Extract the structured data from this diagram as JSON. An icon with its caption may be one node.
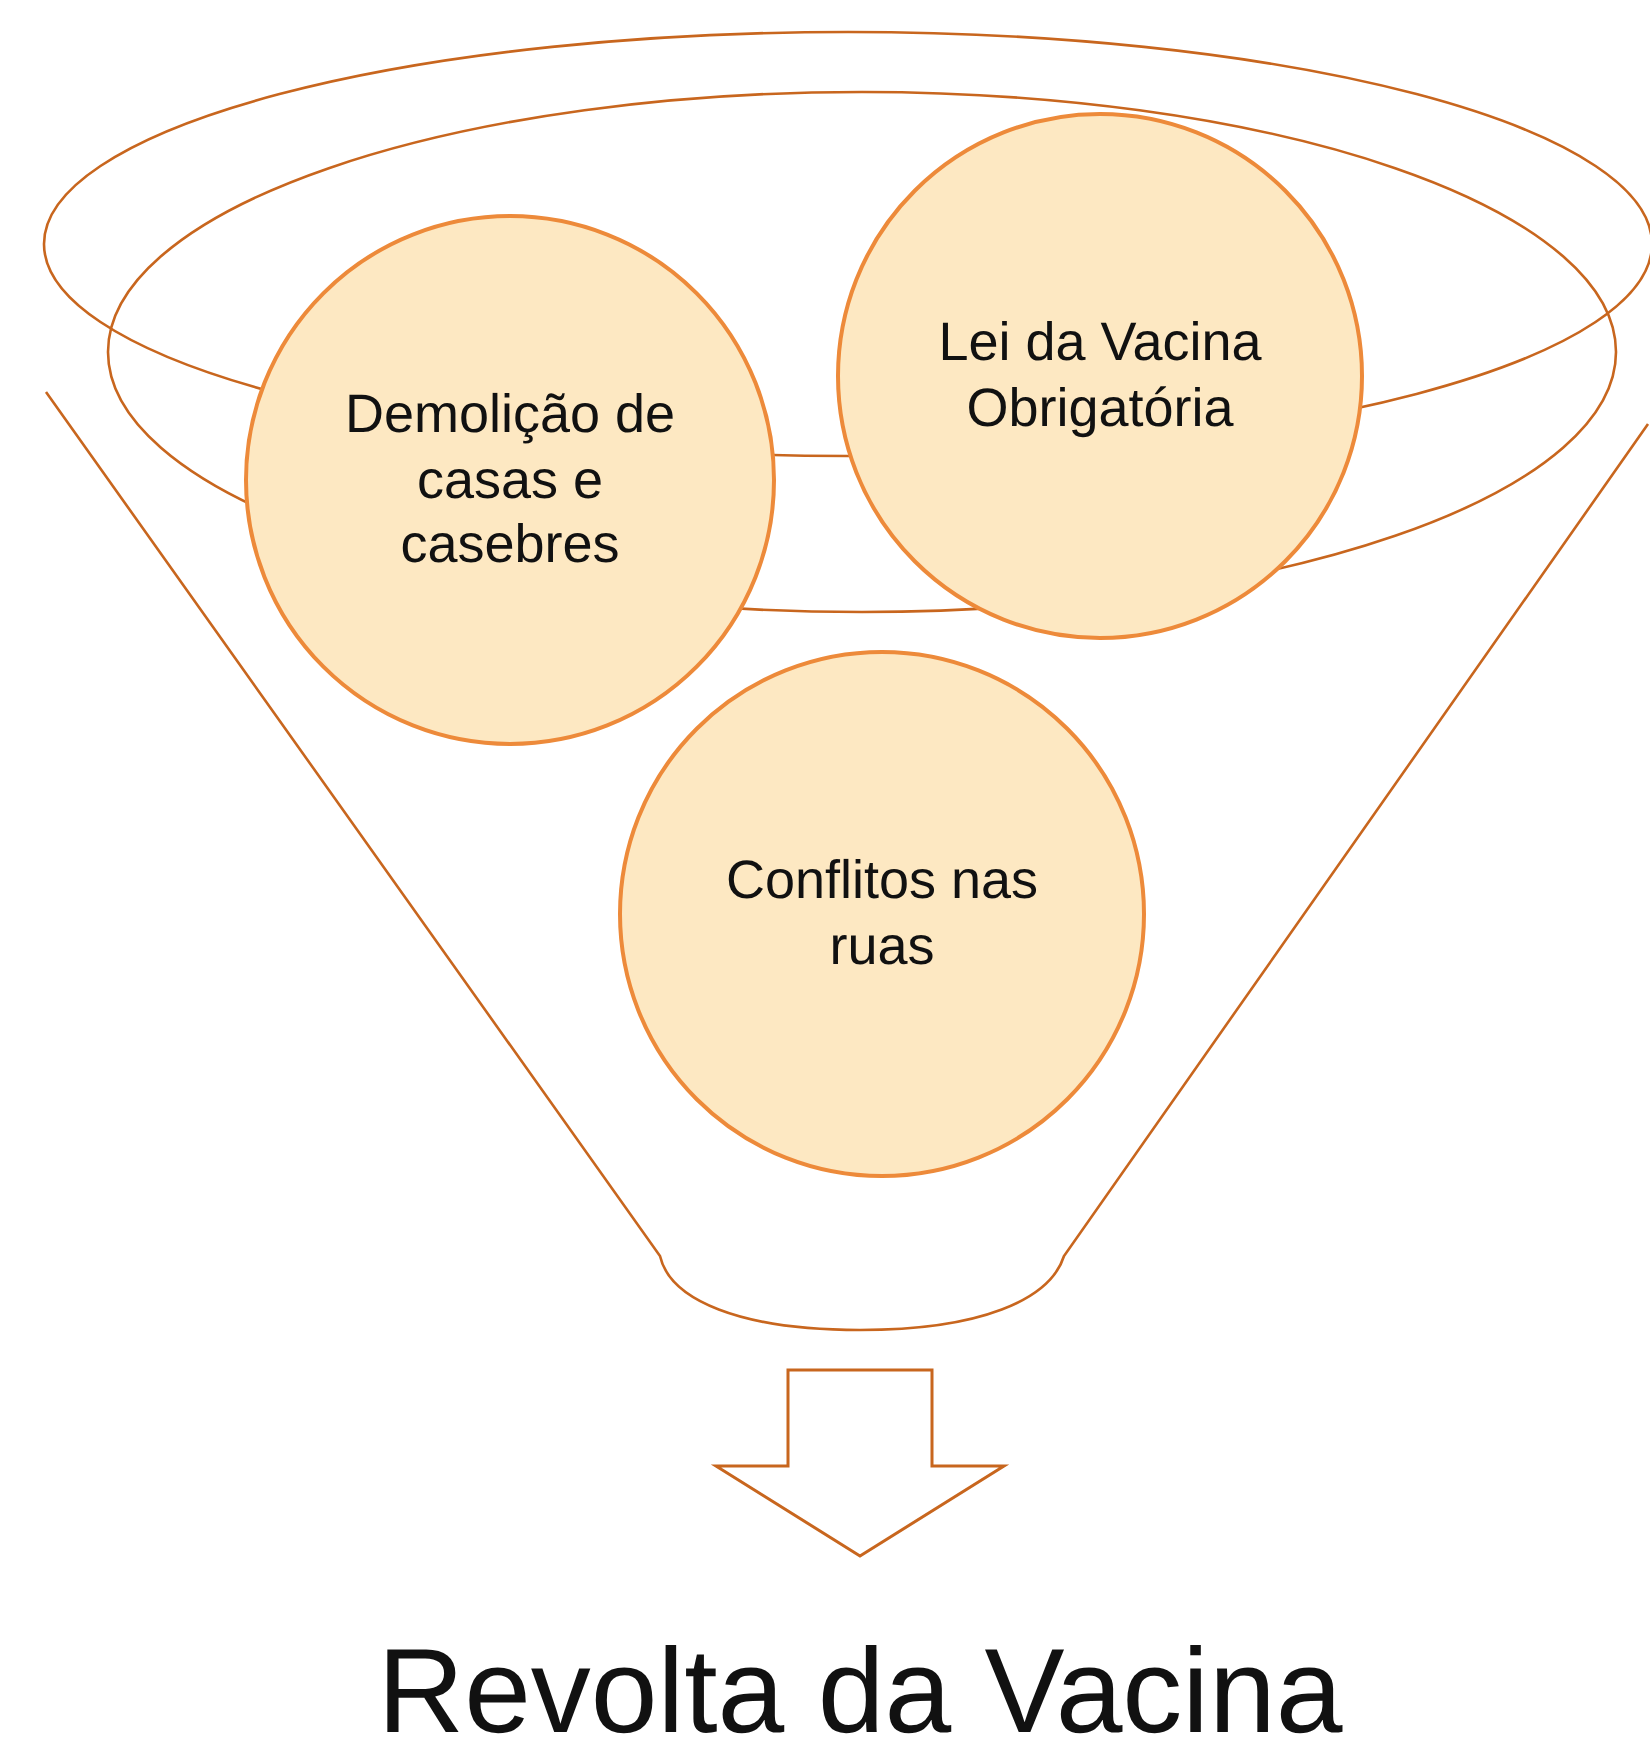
{
  "diagram": {
    "nodes": [
      {
        "text": [],
        "shape": "funnel"
      },
      {
        "text": [
          "Demolição de casas e casebres"
        ],
        "in": 0
      },
      {
        "text": [
          "Lei da Vacina Obrigatória"
        ],
        "in": 0
      },
      {
        "text": [
          "Conflitos nas ruas"
        ],
        "in": 0
      },
      {
        "text": [
          "Revolta da Vacina"
        ]
      }
    ],
    "edges": [
      {
        "from": 0,
        "to": 4,
        "arrow": "to"
      }
    ]
  }
}
